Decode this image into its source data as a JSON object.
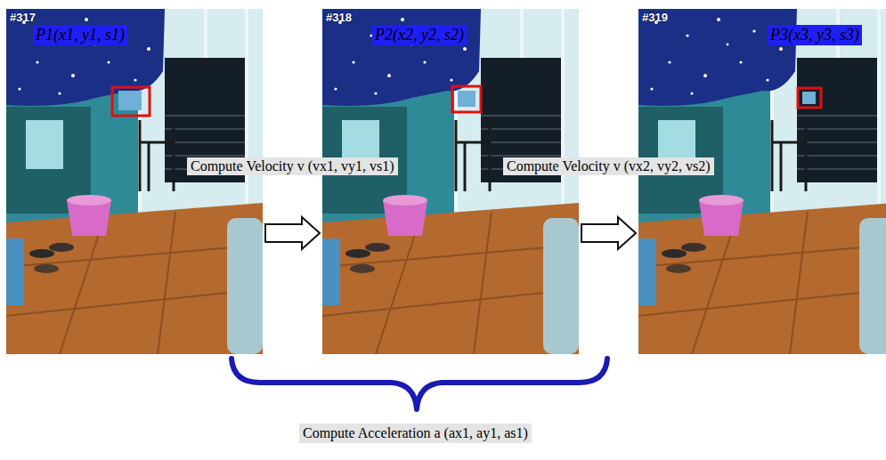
{
  "diagram": {
    "nodes": [
      {
        "text": [
          "#317"
        ]
      },
      {
        "text": [
          "P1(x1, y1, s1)"
        ],
        "in": 0
      },
      {
        "text": [
          "#318"
        ]
      },
      {
        "text": [
          "P2(x2, y2, s2)"
        ],
        "in": 2
      },
      {
        "text": [
          "#319"
        ]
      },
      {
        "text": [
          "P3(x3, y3, s3)"
        ],
        "in": 4
      },
      {
        "text": [
          "Compute Acceleration a (ax1, ay1, as1)"
        ]
      }
    ],
    "edges": [
      {
        "from": 0,
        "to": 2,
        "arrow": "to",
        "label": "Compute Velocity v (vx1, vy1, vs1)"
      },
      {
        "from": 2,
        "to": 4,
        "arrow": "to",
        "label": "Compute Velocity v (vx2, vy2, vs2)"
      }
    ]
  }
}
